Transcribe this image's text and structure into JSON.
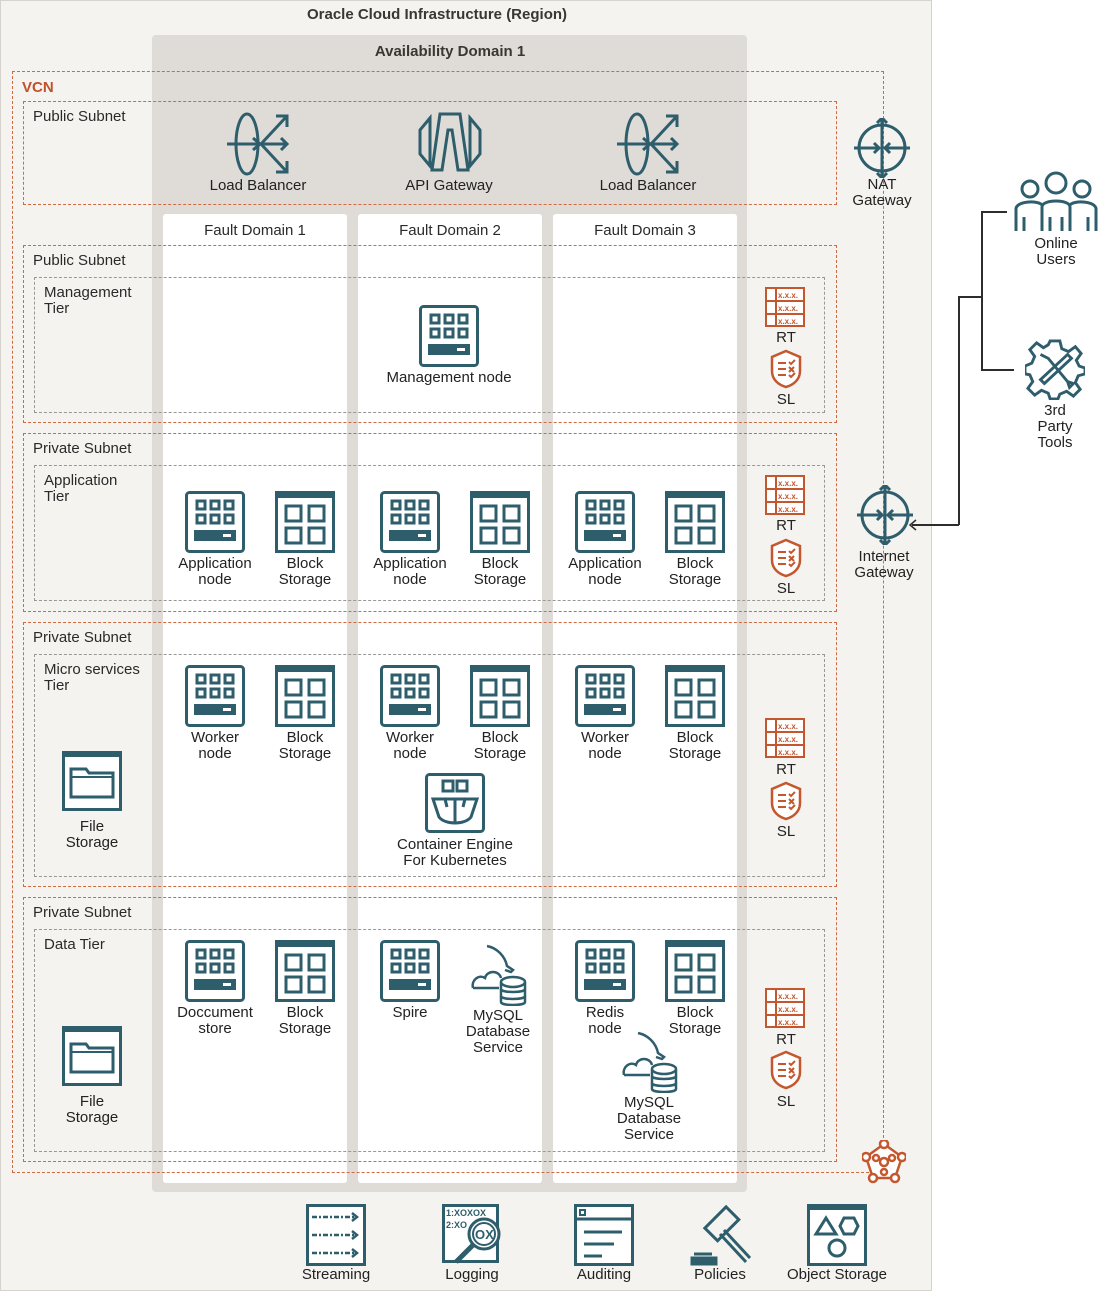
{
  "region": {
    "title": "Oracle Cloud Infrastructure (Region)"
  },
  "availability_domain": {
    "title": "Availability Domain 1"
  },
  "vcn": {
    "label": "VCN"
  },
  "fault_domains": [
    "Fault Domain 1",
    "Fault Domain 2",
    "Fault Domain 3"
  ],
  "subnets": [
    {
      "label": "Public Subnet"
    },
    {
      "label": "Public Subnet",
      "tier": "Management\nTier"
    },
    {
      "label": "Private Subnet",
      "tier": "Application\nTier"
    },
    {
      "label": "Private Subnet",
      "tier": "Micro services\nTier"
    },
    {
      "label": "Private Subnet",
      "tier": "Data Tier"
    }
  ],
  "public_services": {
    "lb1": "Load Balancer",
    "api_gateway": "API Gateway",
    "lb2": "Load Balancer"
  },
  "management": {
    "node": "Management node"
  },
  "app_tier": {
    "compute": "Application\nnode",
    "block": "Block\nStorage"
  },
  "micro_tier": {
    "compute": "Worker\nnode",
    "block": "Block\nStorage",
    "oke": "Container Engine\nFor Kubernetes",
    "file": "File\nStorage"
  },
  "data_tier": {
    "doc": "Doccument\nstore",
    "block": "Block\nStorage",
    "spire": "Spire",
    "mysql": "MySQL\nDatabase\nService",
    "redis": "Redis\nnode",
    "file": "File\nStorage"
  },
  "routing": {
    "rt": "RT",
    "sl": "SL"
  },
  "gateways": {
    "nat": "NAT\nGateway",
    "internet": "Internet\nGateway"
  },
  "external": {
    "users": "Online\nUsers",
    "tools": "3rd Party\nTools"
  },
  "services": [
    "Streaming",
    "Logging",
    "Auditing",
    "Policies",
    "Object Storage"
  ],
  "logging_icon_text": [
    "1:XOXOX",
    "2:XO",
    "OX"
  ],
  "colors": {
    "teal": "#2e5d6b",
    "orange": "#c4572e",
    "ad_gray": "#dfdcd8",
    "region_bg": "#f4f3f0"
  }
}
